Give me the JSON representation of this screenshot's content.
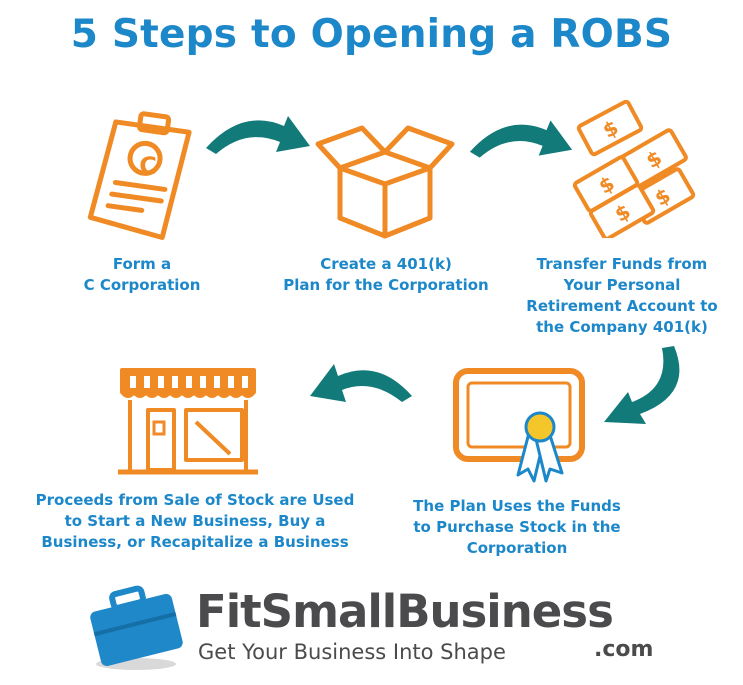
{
  "title": "5 Steps to Opening a ROBS",
  "steps": [
    {
      "icon": "clipboard-icon",
      "lines": [
        "Form a",
        "C Corporation"
      ]
    },
    {
      "icon": "box-icon",
      "lines": [
        "Create a 401(k)",
        "Plan for the Corporation"
      ]
    },
    {
      "icon": "money-icon",
      "lines": [
        "Transfer Funds from",
        "Your Personal",
        "Retirement Account to",
        "the Company 401(k)"
      ]
    },
    {
      "icon": "certificate-icon",
      "lines": [
        "The Plan Uses the Funds",
        "to Purchase Stock in the",
        "Corporation"
      ]
    },
    {
      "icon": "storefront-icon",
      "lines": [
        "Proceeds from Sale of Stock are Used",
        "to Start a New Business, Buy a",
        "Business, or Recapitalize a Business"
      ]
    }
  ],
  "clipboard_letter": "C",
  "money_symbol": "$",
  "brand": {
    "name": "FitSmallBusiness",
    "domain": ".com",
    "tagline": "Get Your Business Into Shape",
    "icon": "briefcase-icon"
  },
  "colors": {
    "title": "#1c87c9",
    "label": "#1c87c9",
    "icon_orange": "#f08a24",
    "arrow_teal": "#137a7a",
    "brand_gray": "#4b4b4d",
    "briefcase_blue": "#1e88c8"
  }
}
